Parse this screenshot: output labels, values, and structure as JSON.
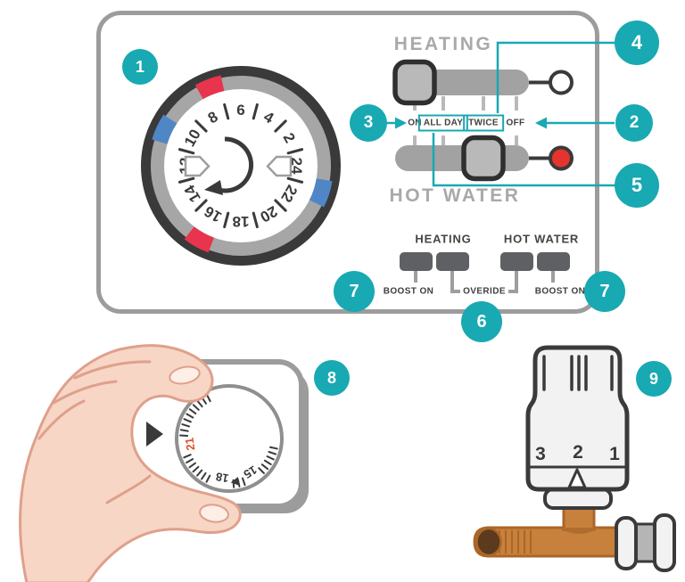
{
  "colors": {
    "accent_teal": "#18a9b2",
    "panel_border": "#9c9c9c",
    "dark_outline": "#3a3a3a",
    "slider_track": "#a2a2a2",
    "knob_fill": "#b9b9b9",
    "red_marker": "#e8344c",
    "blue_marker": "#4e86c6",
    "red_lamp": "#e5332e",
    "copper": "#c8813c",
    "skin": "#f7d6c6"
  },
  "callouts": {
    "c1": "1",
    "c2": "2",
    "c3": "3",
    "c4": "4",
    "c5": "5",
    "c6": "6",
    "c7_left": "7",
    "c7_right": "7",
    "c8": "8",
    "c9": "9"
  },
  "timer_unit": {
    "heating_title": "HEATING",
    "hot_water_title": "HOT WATER",
    "slider_positions": [
      "ON",
      "ALL DAY",
      "TWICE",
      "OFF"
    ],
    "highlighted_positions": [
      "ALL DAY",
      "TWICE"
    ],
    "heating_slider": {
      "value": "ON",
      "lamp_color": "#ffffff"
    },
    "hot_water_slider": {
      "value": "TWICE",
      "lamp_color": "#e5332e"
    },
    "dial": {
      "numbers": [
        "6",
        "4",
        "2",
        "24",
        "22",
        "20",
        "18",
        "16",
        "14",
        "12",
        "10",
        "8"
      ],
      "tabs": [
        {
          "name": "red-top",
          "color": "#e8344c",
          "angle": -21
        },
        {
          "name": "blue-left",
          "color": "#4e86c6",
          "angle": -65
        },
        {
          "name": "blue-right",
          "color": "#4e86c6",
          "angle": 108
        },
        {
          "name": "red-bottom",
          "color": "#e8344c",
          "angle": 209
        }
      ]
    },
    "buttons": {
      "heating_group_label": "HEATING",
      "hot_water_group_label": "HOT WATER",
      "heating_boost_label": "BOOST ON",
      "override_label": "OVERIDE",
      "hot_water_boost_label": "BOOST ON"
    }
  },
  "room_thermostat": {
    "scale": [
      {
        "value": "15",
        "angle": 148,
        "color": "#3a3a3a"
      },
      {
        "value": "18",
        "angle": 190,
        "color": "#3a3a3a"
      },
      {
        "value": "21",
        "angle": 262,
        "color": "#e0522e"
      }
    ]
  },
  "trv": {
    "scale_numbers": [
      "3",
      "2",
      "1"
    ]
  }
}
